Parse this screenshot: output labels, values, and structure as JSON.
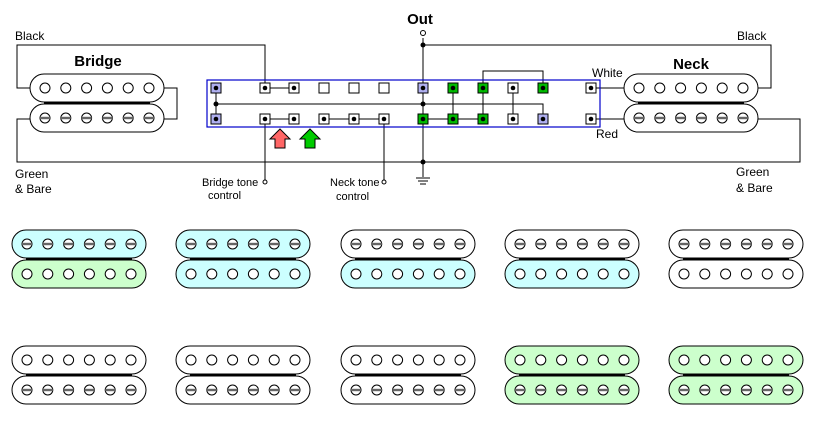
{
  "title": "Out",
  "pickups": {
    "bridge": {
      "label": "Bridge",
      "top_wire": "Black",
      "bottom_wire": "Green & Bare",
      "bottom_wire_lines": [
        "Green",
        "& Bare"
      ]
    },
    "neck": {
      "label": "Neck",
      "top_wire": "Black",
      "bottom_wire_lines": [
        "Green",
        "& Bare"
      ],
      "white_wire": "White",
      "red_wire": "Red"
    }
  },
  "controls": {
    "bridge_tone": [
      "Bridge tone",
      "control"
    ],
    "neck_tone": [
      "Neck tone",
      "control"
    ]
  },
  "arrows": [
    {
      "name": "bridge-position-arrow",
      "color": "#ff6666"
    },
    {
      "name": "neck-position-arrow",
      "color": "#00cc00"
    }
  ],
  "colors": {
    "switch_border": "#0000cc",
    "lug_blue": "#b0b0f0",
    "lug_green": "#00bb00",
    "coil_blue": "#ccffff",
    "coil_green": "#ccffcc",
    "coil_white": "#ffffff"
  },
  "switch": {
    "columns": 12,
    "top_row": [
      "blue",
      "white",
      "white",
      "empty",
      "empty",
      "empty",
      "blue",
      "green",
      "green",
      "white",
      "green",
      "white"
    ],
    "bottom_row": [
      "blue",
      "white",
      "white",
      "white",
      "white",
      "white",
      "green",
      "green",
      "green",
      "white",
      "blue",
      "white"
    ]
  },
  "positions": [
    {
      "top_coil": "screw",
      "top_fill": "blue",
      "bottom_coil": "slug",
      "bottom_fill": "green"
    },
    {
      "top_coil": "screw",
      "top_fill": "blue",
      "bottom_coil": "slug",
      "bottom_fill": "blue"
    },
    {
      "top_coil": "screw",
      "top_fill": "white",
      "bottom_coil": "slug",
      "bottom_fill": "blue"
    },
    {
      "top_coil": "screw",
      "top_fill": "white",
      "bottom_coil": "slug",
      "bottom_fill": "blue"
    },
    {
      "top_coil": "screw",
      "top_fill": "white",
      "bottom_coil": "slug",
      "bottom_fill": "white"
    },
    {
      "top_coil": "slug",
      "top_fill": "white",
      "bottom_coil": "screw",
      "bottom_fill": "white"
    },
    {
      "top_coil": "slug",
      "top_fill": "white",
      "bottom_coil": "screw",
      "bottom_fill": "white"
    },
    {
      "top_coil": "slug",
      "top_fill": "white",
      "bottom_coil": "screw",
      "bottom_fill": "white"
    },
    {
      "top_coil": "slug",
      "top_fill": "green",
      "bottom_coil": "screw",
      "bottom_fill": "green"
    },
    {
      "top_coil": "slug",
      "top_fill": "green",
      "bottom_coil": "screw",
      "bottom_fill": "green"
    }
  ]
}
